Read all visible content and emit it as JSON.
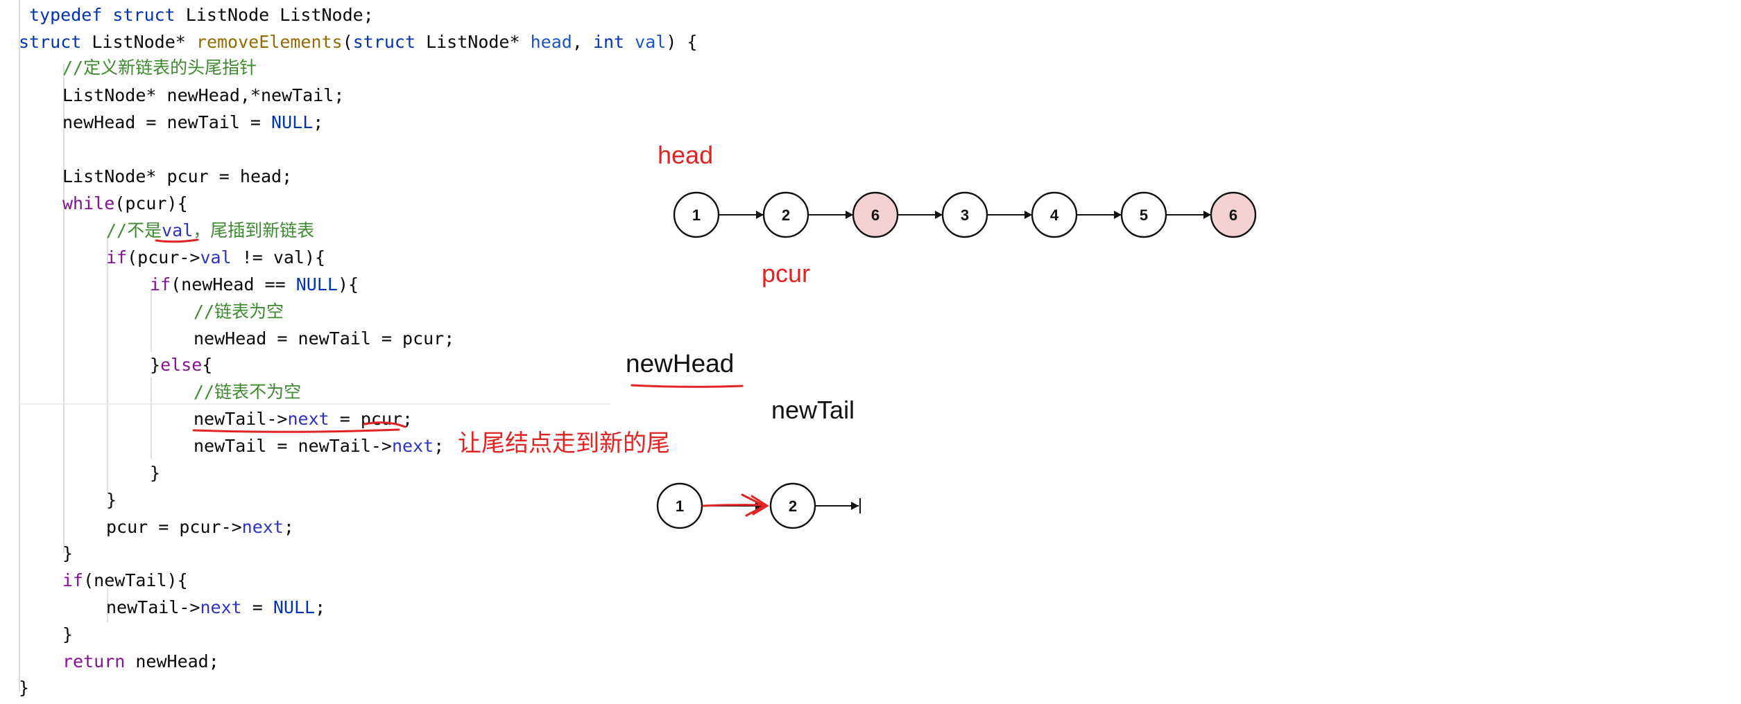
{
  "code": {
    "l1": {
      "kw1": "typedef",
      "kw2": "struct",
      "rest": "ListNode ListNode;"
    },
    "l2": {
      "kw1": "struct",
      "t1": "ListNode*",
      "fn": "removeElements",
      "p1": "(",
      "kw2": "struct",
      "t2": "ListNode*",
      "a1": "head",
      "c": ",",
      "kw3": "int",
      "a2": "val",
      "end": ") {"
    },
    "l3": "//定义新链表的头尾指针",
    "l4": "ListNode* newHead,*newTail;",
    "l5": {
      "pre": "newHead = newTail =",
      "nul": "NULL",
      "end": ";"
    },
    "l7": {
      "pre": "ListNode* pcur =",
      "v": "head",
      "end": ";"
    },
    "l8": {
      "kw": "while",
      "rest": "(pcur){"
    },
    "l9": {
      "a": "//不是",
      "b": "val",
      "c": "，尾插到新链表"
    },
    "l10": {
      "kw": "if",
      "p": "(pcur->",
      "m": "val",
      "rest": " != val){"
    },
    "l11": {
      "kw": "if",
      "rest": "(newHead ==",
      "nul": "NULL",
      "end": "){"
    },
    "l12": "//链表为空",
    "l13": "newHead = newTail = pcur;",
    "l14": {
      "a": "}",
      "kw": "else",
      "b": "{"
    },
    "l15": "//链表不为空",
    "l16": {
      "a": "newTail->",
      "m": "next",
      "b": " = pcur;"
    },
    "l17": {
      "a": "newTail = newTail->",
      "m": "next",
      "b": ";"
    },
    "l18": "}",
    "l19": "}",
    "l20": {
      "a": "pcur = pcur->",
      "m": "next",
      "b": ";"
    },
    "l21": "}",
    "l22": {
      "kw": "if",
      "rest": "(newTail){"
    },
    "l23": {
      "a": "newTail->",
      "m": "next",
      "b": " = ",
      "nul": "NULL",
      "c": ";"
    },
    "l24": "}",
    "l25": {
      "kw": "return",
      "rest": "newHead;"
    },
    "l26": "}"
  },
  "diagram": {
    "head_label": "head",
    "pcur_label": "pcur",
    "newhead_label": "newHead",
    "newtail_label": "newTail",
    "annotation": "让尾结点走到新的尾",
    "list_nodes": [
      "1",
      "2",
      "6",
      "3",
      "4",
      "5",
      "6"
    ],
    "highlighted_nodes": [
      2,
      6
    ],
    "new_list_nodes": [
      "1",
      "2"
    ]
  },
  "colors": {
    "highlight_fill": "#f6d1d3",
    "annotation_red": "#e02424",
    "comment_green": "#3d8b2e",
    "keyword_blue": "#0033b3"
  }
}
